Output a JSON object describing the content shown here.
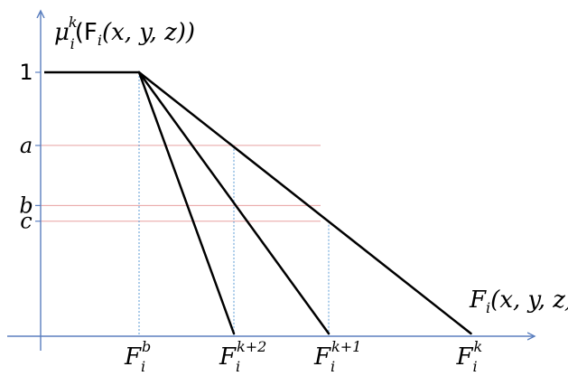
{
  "chart_data": {
    "type": "line",
    "y_axis_label": {
      "base": "μ",
      "sub": "i",
      "sup": "k",
      "rest": "(F",
      "rest_sub": "i",
      "rest_tail": "(x, y, z))"
    },
    "x_axis_label": {
      "base": "F",
      "sub": "i",
      "rest": "(x, y, z)"
    },
    "y_ticks": [
      "1",
      "a",
      "b",
      "c"
    ],
    "x_ticks": [
      {
        "base": "F",
        "sub": "i",
        "sup": "b"
      },
      {
        "base": "F",
        "sub": "i",
        "sup": "k+2"
      },
      {
        "base": "F",
        "sub": "i",
        "sup": "k+1"
      },
      {
        "base": "F",
        "sub": "i",
        "sup": "k"
      }
    ],
    "x_values": {
      "Fb": 1.0,
      "Fk2": 2.0,
      "Fk1": 3.0,
      "Fk": 4.5
    },
    "x_range": [
      0,
      5.3
    ],
    "y_range": [
      0,
      1.0
    ],
    "levels": {
      "1": 1.0,
      "a": 0.72,
      "b": 0.49,
      "c": 0.43
    },
    "plateau": {
      "x0": 0,
      "x1": 1.0,
      "y": 1.0
    },
    "lines": [
      {
        "from": [
          1.0,
          1.0
        ],
        "to": [
          2.0,
          0
        ]
      },
      {
        "from": [
          1.0,
          1.0
        ],
        "to": [
          3.0,
          0
        ]
      },
      {
        "from": [
          1.0,
          1.0
        ],
        "to": [
          4.5,
          0
        ]
      }
    ],
    "horizontal_guides": [
      "a",
      "b",
      "c"
    ],
    "vertical_guides": [
      {
        "x": 1.0,
        "y": 1.0
      },
      {
        "x": 2.0,
        "y": 0.72
      },
      {
        "x": 3.0,
        "y": 0.43
      }
    ],
    "colors": {
      "axis": "#5b7fbf",
      "line": "#000000",
      "guide_h": "#e8a0a0",
      "guide_v": "#5b9bd5"
    }
  }
}
